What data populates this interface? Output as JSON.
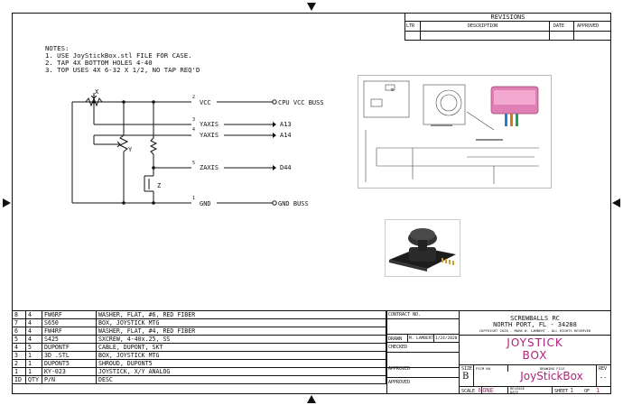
{
  "notes": {
    "title": "NOTES:",
    "lines": [
      "1. USE JoyStickBox.stl FILE FOR CASE.",
      "2. TAP 4X BOTTOM HOLES 4-40",
      "3. TOP USES 4X 6-32 X 1/2, NO TAP REQ'D"
    ]
  },
  "revisions": {
    "title": "REVISIONS",
    "headers": [
      "LTR",
      "DESCRIPTION",
      "DATE",
      "APPROVED"
    ]
  },
  "schematic": {
    "labels": {
      "x": "X",
      "y": "Y",
      "z": "Z",
      "vcc": "VCC",
      "yaxis_a": "YAXIS",
      "yaxis_b": "YAXIS",
      "zaxis": "ZAXIS",
      "gnd": "GND"
    },
    "pins": {
      "p2": "2",
      "p3": "3",
      "p4": "4",
      "p5": "5",
      "p1": "1"
    },
    "targets": {
      "vcc": "CPU VCC BUSS",
      "a13": "A13",
      "a14": "A14",
      "d44": "D44",
      "gnd": "GND BUSS"
    }
  },
  "bom": {
    "rows": [
      [
        "8",
        "4",
        "FW6RF",
        "WASHER, FLAT, #6, RED FIBER"
      ],
      [
        "7",
        "4",
        "S650",
        "BOX, JOYSTICK MTG"
      ],
      [
        "6",
        "4",
        "FW4RF",
        "WASHER, FLAT, #4, RED FIBER"
      ],
      [
        "5",
        "4",
        "S425",
        "SXCREW, 4-40x.25, SS"
      ],
      [
        "4",
        "5",
        "DUPONTF",
        "CABLE, DUPONT, SKT"
      ],
      [
        "3",
        "1",
        "3D .STL",
        "BOX, JOYSTICK MTG"
      ],
      [
        "2",
        "1",
        "DUPONT5",
        "SHROUD, DUPONT5"
      ],
      [
        "1",
        "1",
        "KY-023",
        "JOYSTICK, X/Y ANALOG"
      ]
    ],
    "headers": [
      "ID",
      "QTY",
      "P/N",
      "DESC"
    ]
  },
  "title_block": {
    "contract_no": "CONTRACT NO.",
    "drawn": "DRAWN",
    "drawn_by": "M. LAMBERT",
    "drawn_date": "1/24/2020",
    "checked": "CHECKED",
    "approved1": "APPROVED",
    "approved2": "APPROVED",
    "company": "SCREWBALLS RC",
    "location": "NORTH PORT, FL - 34288",
    "copyright": "COPYRIGHT 2020 - MARK W. LAMBERT - ALL RIGHTS RESERVED",
    "title_line1": "JOYSTICK",
    "title_line2": "BOX",
    "size_label": "SIZE",
    "size": "B",
    "fscm_label": "FSCM NO",
    "drawing_file_label": "DRAWING FILE",
    "drawing_file": "JoyStickBox",
    "rev_label": "REV",
    "rev": "--",
    "scale_label": "SCALE",
    "scale": "NONE",
    "release_label": "RELEASE DATE",
    "sheet_label": "SHEET",
    "sheet": "1",
    "of_label": "OF",
    "of": "1"
  },
  "colors": {
    "magenta": "#b0207a",
    "line": "#111111"
  }
}
